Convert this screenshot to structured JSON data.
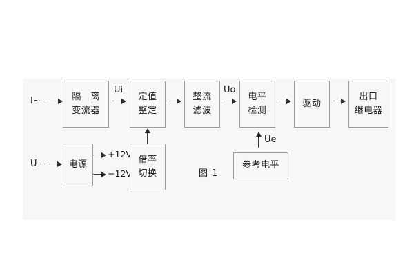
{
  "figure": {
    "caption": "图 1",
    "background_color": "#f7f7f7",
    "block_border_color": "#9a9a9a",
    "line_color": "#3a3a3a"
  },
  "blocks": [
    {
      "id": "isolation-transformer",
      "line1": "隔 离",
      "line2": "变流器"
    },
    {
      "id": "setting-value",
      "line1": "定值",
      "line2": "整定"
    },
    {
      "id": "rectify-filter",
      "line1": "整流",
      "line2": "滤波"
    },
    {
      "id": "level-detection",
      "line1": "电平",
      "line2": "检测"
    },
    {
      "id": "drive",
      "line1": "驱动",
      "line2": ""
    },
    {
      "id": "output-relay",
      "line1": "出口",
      "line2": "继电器"
    },
    {
      "id": "power-supply",
      "line1": "电源",
      "line2": ""
    },
    {
      "id": "ratio-switch",
      "line1": "倍率",
      "line2": "切换"
    },
    {
      "id": "reference-level",
      "line1": "参考电平",
      "line2": ""
    }
  ],
  "signals": {
    "current_input": "I~",
    "voltage_input": "U",
    "ui": "Ui",
    "uo": "Uo",
    "ue": "Ue",
    "supply_positive": "+12V",
    "supply_negative": "−12V"
  }
}
